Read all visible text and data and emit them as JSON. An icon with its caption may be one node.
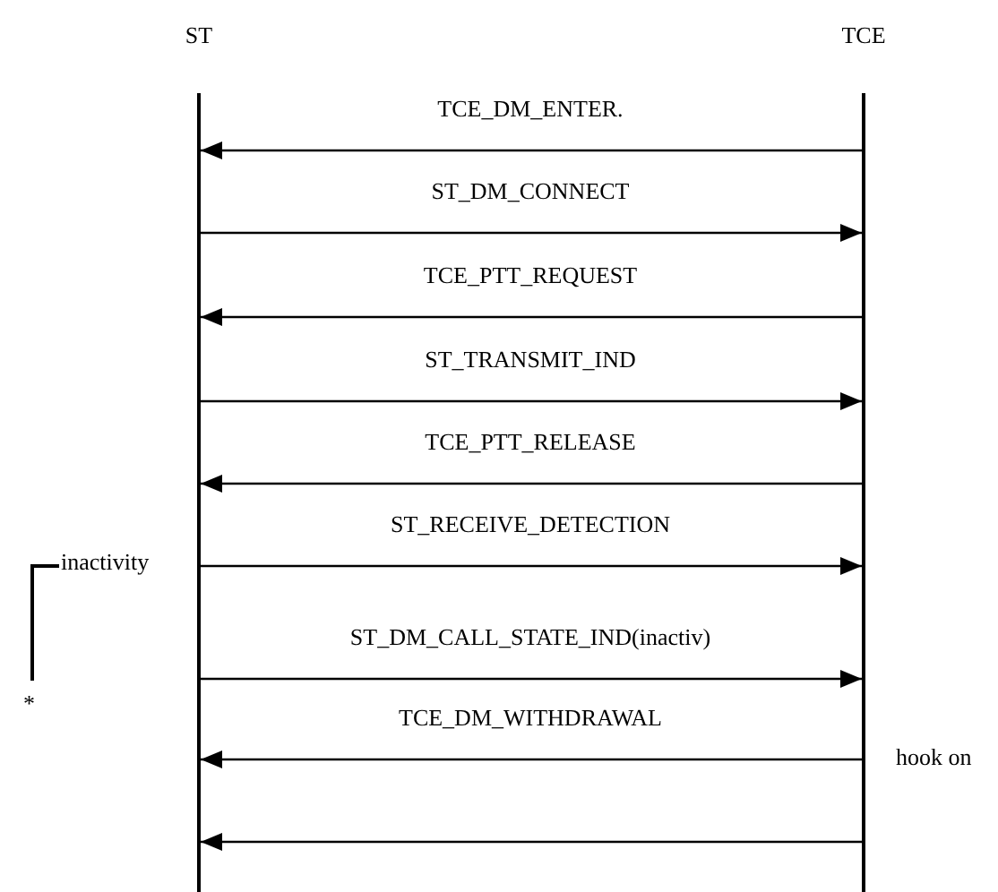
{
  "diagram": {
    "nodes": [
      {
        "text": [
          "ST"
        ]
      },
      {
        "text": [
          "TCE"
        ]
      }
    ],
    "edges": [
      {
        "from": 1,
        "to": 0,
        "arrow": "to",
        "label": "TCE_DM_ENTER."
      },
      {
        "from": 0,
        "to": 1,
        "arrow": "to",
        "label": "ST_DM_CONNECT"
      },
      {
        "from": 1,
        "to": 0,
        "arrow": "to",
        "label": "TCE_PTT_REQUEST"
      },
      {
        "from": 0,
        "to": 1,
        "arrow": "to",
        "label": "ST_TRANSMIT_IND"
      },
      {
        "from": 1,
        "to": 0,
        "arrow": "to",
        "label": "TCE_PTT_RELEASE"
      },
      {
        "from": 0,
        "to": 1,
        "arrow": "to",
        "label": "ST_RECEIVE_DETECTION"
      },
      {
        "from": 0,
        "to": 1,
        "arrow": "to",
        "label": "ST_DM_CALL_STATE_IND(inactiv)"
      },
      {
        "from": 1,
        "to": 0,
        "arrow": "to",
        "label": "TCE_DM_WITHDRAWAL"
      },
      {
        "from": 1,
        "to": 0,
        "arrow": "to"
      }
    ],
    "labels": [
      "inactivity",
      "*",
      "hook on"
    ]
  }
}
